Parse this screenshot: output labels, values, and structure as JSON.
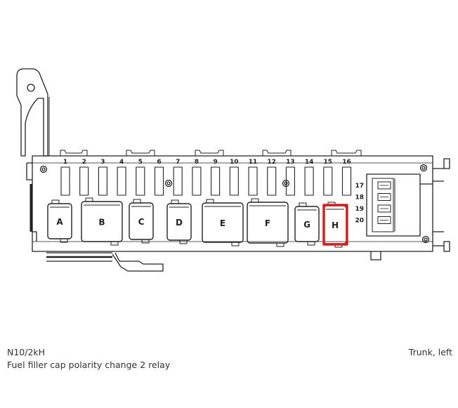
{
  "fuse_numbers": [
    "1",
    "2",
    "3",
    "4",
    "5",
    "6",
    "7",
    "8",
    "9",
    "10",
    "11",
    "12",
    "13",
    "14",
    "15",
    "16"
  ],
  "side_numbers": [
    "17",
    "18",
    "19",
    "20"
  ],
  "relays": [
    {
      "id": "a",
      "label": "A"
    },
    {
      "id": "b",
      "label": "B"
    },
    {
      "id": "c",
      "label": "C"
    },
    {
      "id": "d",
      "label": "D"
    },
    {
      "id": "e",
      "label": "E"
    },
    {
      "id": "f",
      "label": "F"
    },
    {
      "id": "g",
      "label": "G"
    },
    {
      "id": "h",
      "label": "H"
    }
  ],
  "highlighted_relay": "H",
  "highlight_color": "#d32020",
  "caption": {
    "code": "N10/2kH",
    "description": "Fuel filler cap polarity change 2 relay",
    "location": "Trunk, left"
  }
}
